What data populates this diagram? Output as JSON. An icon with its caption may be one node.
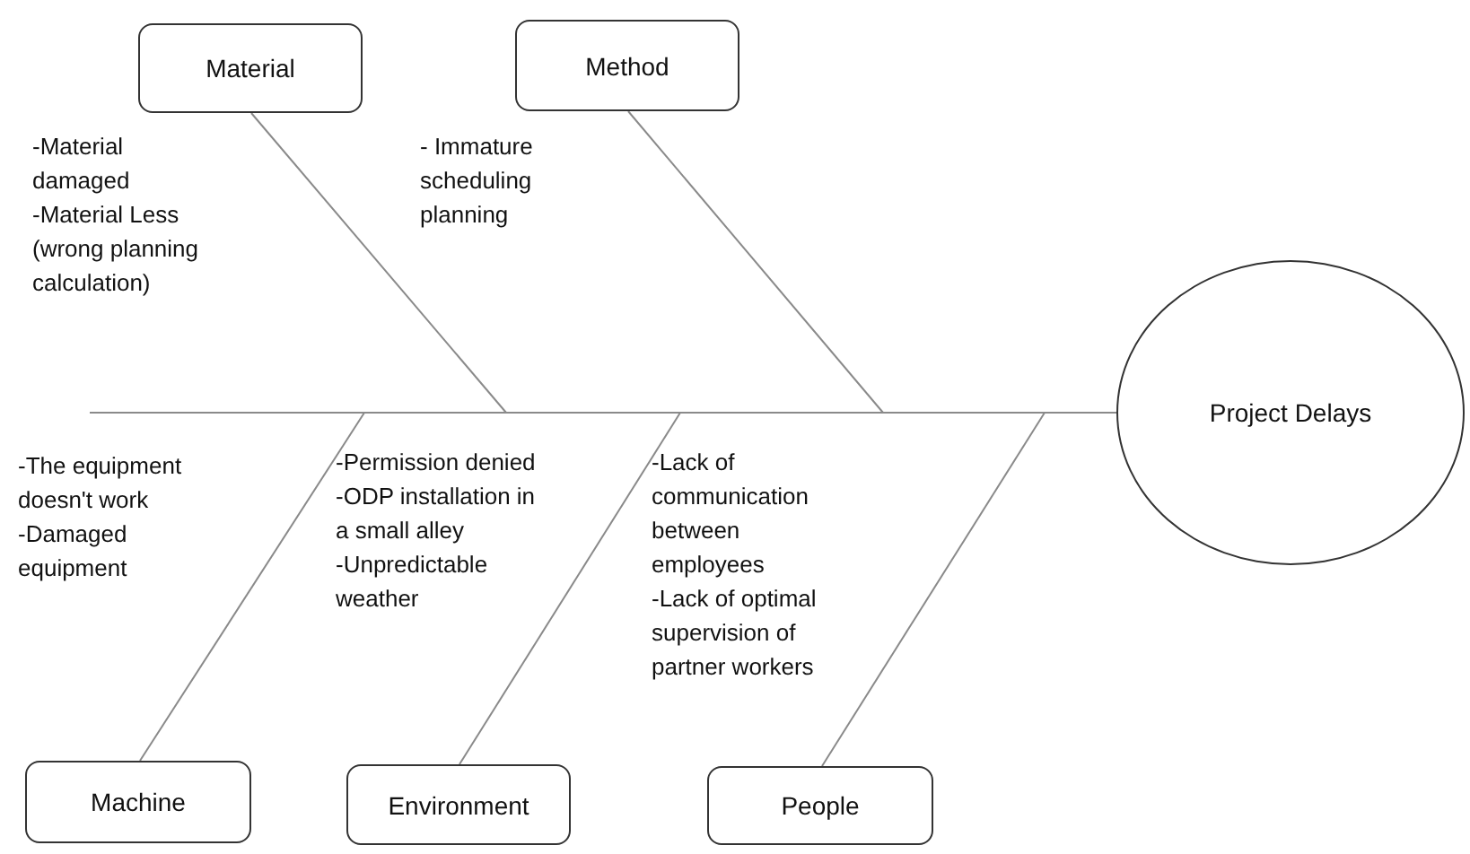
{
  "diagram": {
    "nodes": [
      {
        "text": [
          "Material"
        ],
        "beside": [
          "-Material damaged",
          "-Material Less (wrong planning calculation)"
        ]
      },
      {
        "text": [
          "Method"
        ],
        "beside": [
          "- Immature scheduling planning"
        ]
      },
      {
        "text": [
          "Machine"
        ],
        "beside": [
          "-The equipment doesn't work",
          "-Damaged equipment"
        ]
      },
      {
        "text": [
          "Environment"
        ],
        "beside": [
          "-Permission denied",
          "-ODP installation in a small alley",
          "-Unpredictable weather"
        ]
      },
      {
        "text": [
          "People"
        ],
        "beside": [
          "-Lack of communication between employees",
          "-Lack of optimal supervision of partner workers"
        ]
      },
      {
        "text": [
          "Project Delays"
        ]
      }
    ],
    "edges": [
      {
        "from": null,
        "to": 5,
        "arrow": "none"
      },
      {
        "from": 0,
        "to": null,
        "arrow": "none"
      },
      {
        "from": 1,
        "to": null,
        "arrow": "none"
      },
      {
        "from": 2,
        "to": null,
        "arrow": "none"
      },
      {
        "from": 3,
        "to": null,
        "arrow": "none"
      },
      {
        "from": 4,
        "to": null,
        "arrow": "none"
      }
    ]
  }
}
